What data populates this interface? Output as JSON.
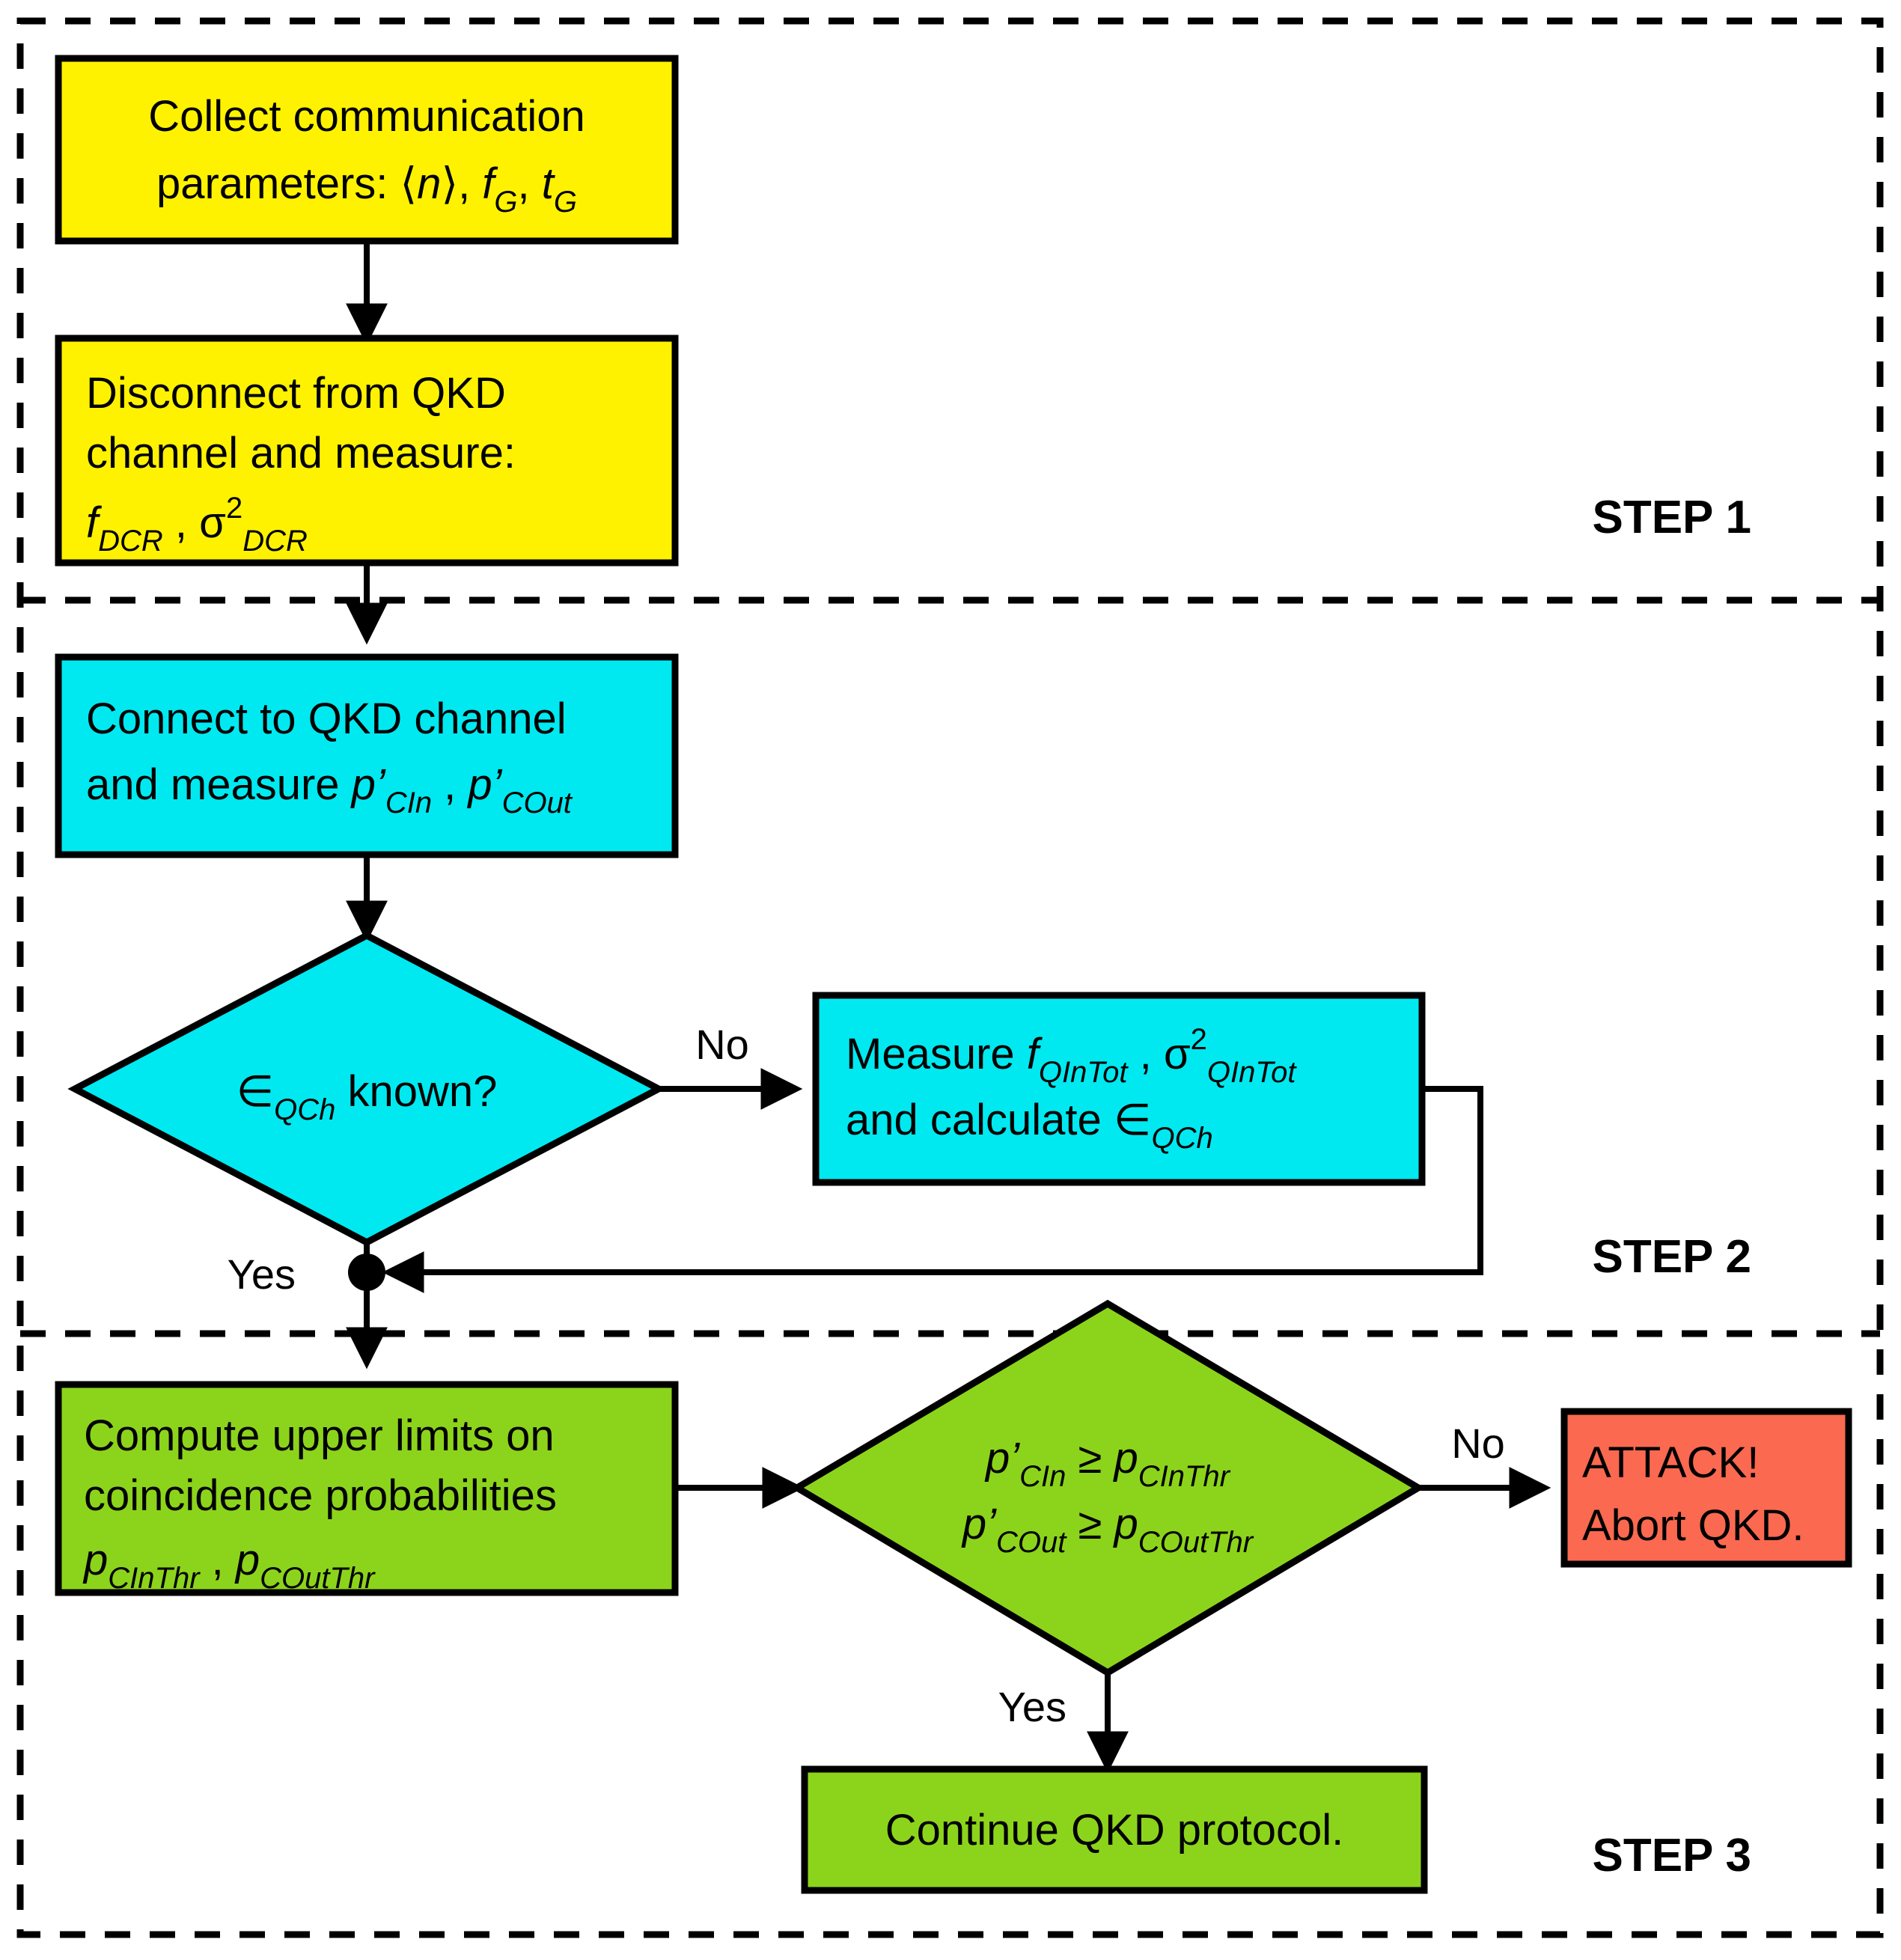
{
  "diagram": {
    "title": "QKD detector attack detection protocol flowchart",
    "colors": {
      "yellow": "#FFF200",
      "cyan": "#00E9F0",
      "green": "#8CD41B",
      "red": "#FA6950",
      "stroke": "#000000",
      "background": "#FFFFFF"
    },
    "sections": [
      {
        "id": "step1",
        "label": "STEP 1"
      },
      {
        "id": "step2",
        "label": "STEP 2"
      },
      {
        "id": "step3",
        "label": "STEP 3"
      }
    ],
    "nodes": [
      {
        "id": "collect-params",
        "shape": "rect",
        "fill": "yellow",
        "section": "step1",
        "lines": [
          "Collect communication",
          "parameters: ⟨n⟩, fG, tG"
        ],
        "line1": "Collect communication",
        "line2_a": "parameters: ⟨",
        "line2_n": "n",
        "line2_b": "⟩, ",
        "line2_f": "f",
        "line2_fsub": "G",
        "line2_c": ", ",
        "line2_t": "t",
        "line2_tsub": "G"
      },
      {
        "id": "disconnect-measure",
        "shape": "rect",
        "fill": "yellow",
        "section": "step1",
        "line1": "Disconnect from QKD",
        "line2": "channel and measure:",
        "line3_f": "f",
        "line3_fsub": "DCR",
        "line3_sep": " , ",
        "line3_sigma": "σ",
        "line3_sup": "2",
        "line3_ssub": "DCR"
      },
      {
        "id": "connect-measure",
        "shape": "rect",
        "fill": "cyan",
        "section": "step2",
        "line1": "Connect to QKD channel",
        "line2_a": "and measure ",
        "line2_p1": "p’",
        "line2_p1sub": "CIn",
        "line2_sep": " , ",
        "line2_p2": "p’",
        "line2_p2sub": "COut"
      },
      {
        "id": "eqch-known-decision",
        "shape": "diamond",
        "fill": "cyan",
        "section": "step2",
        "text_sym": "∈",
        "text_sub": "QCh",
        "text_tail": " known?"
      },
      {
        "id": "measure-calculate-eqch",
        "shape": "rect",
        "fill": "cyan",
        "section": "step2",
        "line1_a": "Measure ",
        "line1_f": "f",
        "line1_fsub": "QInTot",
        "line1_sep": " ,  ",
        "line1_sigma": "σ",
        "line1_sup": "2",
        "line1_ssub": "QInTot",
        "line2_a": "and calculate ",
        "line2_sym": "∈",
        "line2_sub": "QCh"
      },
      {
        "id": "compute-upper-limits",
        "shape": "rect",
        "fill": "green",
        "section": "step3",
        "line1": "Compute upper limits on",
        "line2": "coincidence probabilities",
        "line3_p1": "p",
        "line3_p1sub": "CInThr",
        "line3_sep": " , ",
        "line3_p2": "p",
        "line3_p2sub": "COutThr"
      },
      {
        "id": "threshold-decision",
        "shape": "diamond",
        "fill": "green",
        "section": "step3",
        "line1_p": "p’",
        "line1_psub": "CIn",
        "line1_op": " ≥ ",
        "line1_q": "p",
        "line1_qsub": "CInThr",
        "line2_p": "p’",
        "line2_psub": "COut",
        "line2_op": " ≥ ",
        "line2_q": "p",
        "line2_qsub": "COutThr"
      },
      {
        "id": "attack-abort",
        "shape": "rect",
        "fill": "red",
        "section": "step3",
        "line1": "ATTACK!",
        "line2": "Abort QKD."
      },
      {
        "id": "continue-protocol",
        "shape": "rect",
        "fill": "green",
        "section": "step3",
        "line1": "Continue QKD protocol."
      }
    ],
    "edge_labels": {
      "no_step2": "No",
      "yes_step2": "Yes",
      "no_step3": "No",
      "yes_step3": "Yes"
    }
  }
}
